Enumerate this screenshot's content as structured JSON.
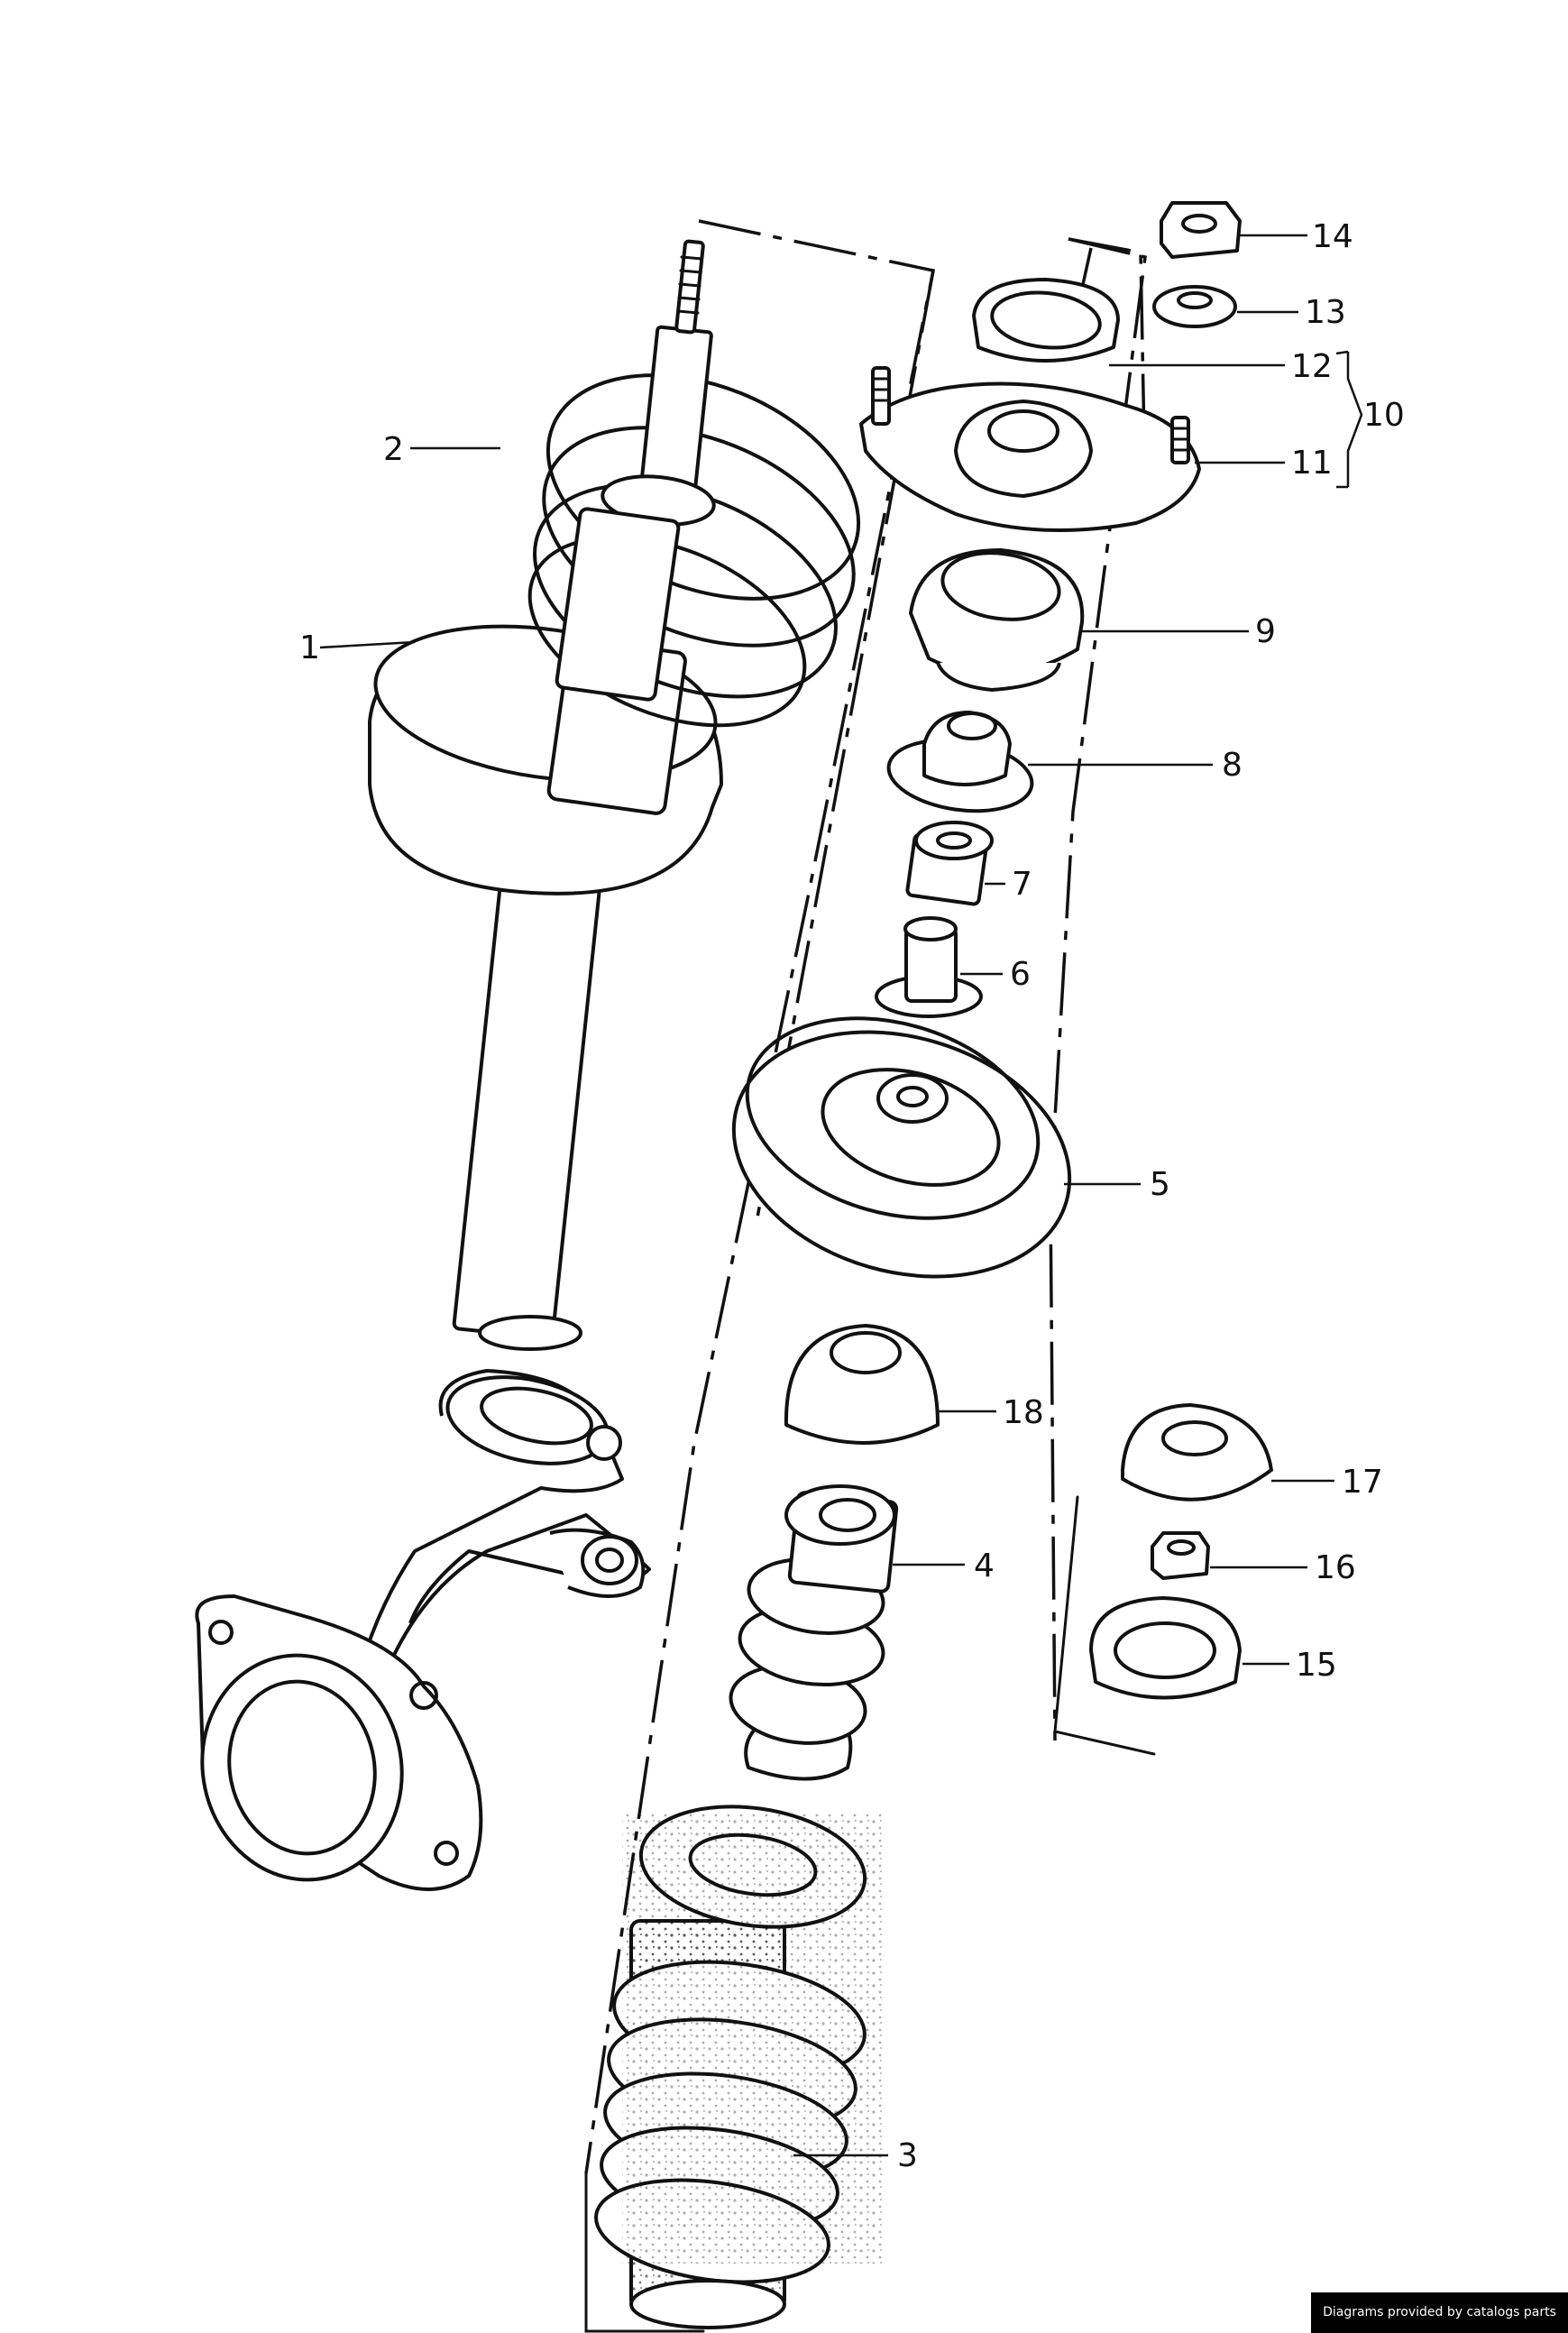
{
  "diagram": {
    "labels": [
      {
        "id": "1",
        "text": "1"
      },
      {
        "id": "2",
        "text": "2"
      },
      {
        "id": "3",
        "text": "3"
      },
      {
        "id": "4",
        "text": "4"
      },
      {
        "id": "5",
        "text": "5"
      },
      {
        "id": "6",
        "text": "6"
      },
      {
        "id": "7",
        "text": "7"
      },
      {
        "id": "8",
        "text": "8"
      },
      {
        "id": "9",
        "text": "9"
      },
      {
        "id": "10",
        "text": "10"
      },
      {
        "id": "11",
        "text": "11"
      },
      {
        "id": "12",
        "text": "12"
      },
      {
        "id": "13",
        "text": "13"
      },
      {
        "id": "14",
        "text": "14"
      },
      {
        "id": "15",
        "text": "15"
      },
      {
        "id": "16",
        "text": "16"
      },
      {
        "id": "17",
        "text": "17"
      },
      {
        "id": "18",
        "text": "18"
      }
    ]
  },
  "footer": {
    "credit": "Diagrams provided by catalogs parts"
  }
}
